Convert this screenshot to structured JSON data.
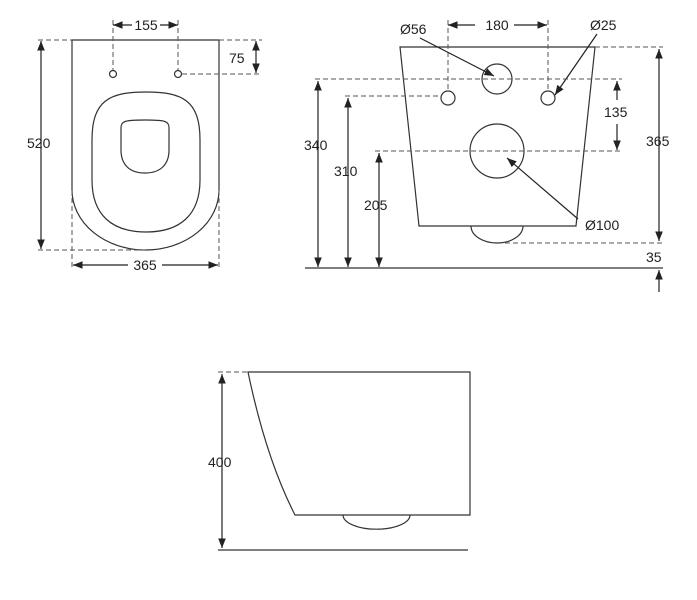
{
  "top_view": {
    "width": "155",
    "depth": "75",
    "length": "520",
    "overall_width": "365"
  },
  "front_view": {
    "dia_small": "Ø56",
    "hole_spacing": "180",
    "dia_holes": "Ø25",
    "vertical_135": "135",
    "height_340": "340",
    "height_310": "310",
    "height_205": "205",
    "height_365": "365",
    "dia_outlet": "Ø100",
    "gap_35": "35"
  },
  "side_view": {
    "height": "400"
  }
}
